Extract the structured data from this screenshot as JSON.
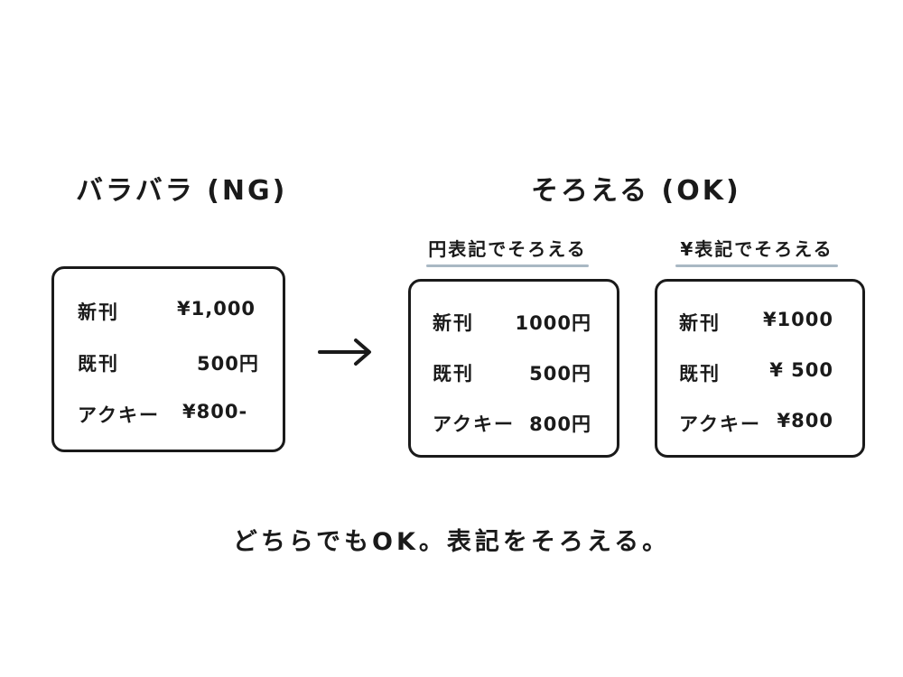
{
  "ng_section": {
    "title": "バラバラ (NG)",
    "rows": [
      {
        "label": "新刊",
        "price": "¥1,000"
      },
      {
        "label": "既刊",
        "price": "500円"
      },
      {
        "label": "アクキー",
        "price": "¥800-"
      }
    ]
  },
  "ok_section": {
    "title": "そろえる (OK)",
    "yen_kanji": {
      "subtitle": "円表記でそろえる",
      "rows": [
        {
          "label": "新刊",
          "price": "1000円"
        },
        {
          "label": "既刊",
          "price": "500円"
        },
        {
          "label": "アクキー",
          "price": "800円"
        }
      ]
    },
    "yen_sign": {
      "subtitle": "¥表記でそろえる",
      "rows": [
        {
          "label": "新刊",
          "price": "¥1000"
        },
        {
          "label": "既刊",
          "price": "¥ 500"
        },
        {
          "label": "アクキー",
          "price": "¥800"
        }
      ]
    }
  },
  "conclusion": "どちらでもOK。表記をそろえる。",
  "colors": {
    "ink": "#1a1a1a",
    "underline": "#a9b8c4",
    "background": "#ffffff"
  }
}
